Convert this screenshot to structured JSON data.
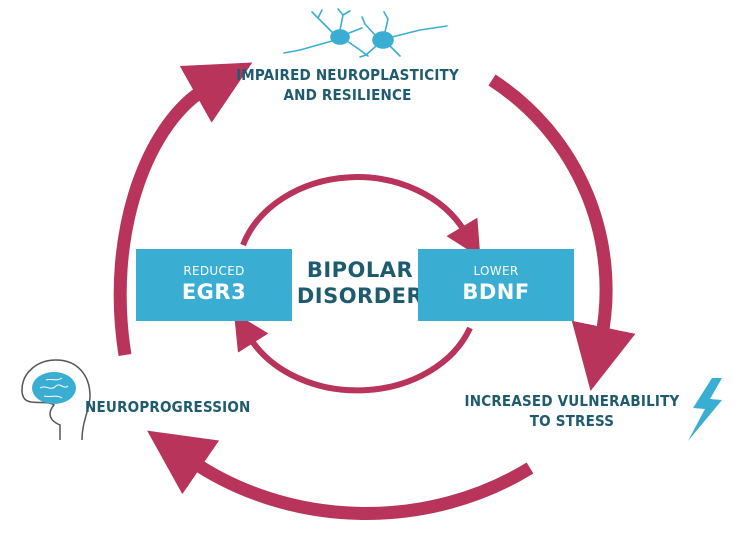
{
  "center": {
    "line1": "BIPOLAR",
    "line2": "DISORDER"
  },
  "left_box": {
    "small": "REDUCED",
    "big": "EGR3"
  },
  "right_box": {
    "small": "LOWER",
    "big": "BDNF"
  },
  "top_label": {
    "line1": "IMPAIRED NEUROPLASTICITY",
    "line2": "AND RESILIENCE"
  },
  "right_label": {
    "line1": "INCREASED VULNERABILITY",
    "line2": "TO STRESS"
  },
  "left_label": {
    "line1": "NEUROPROGRESSION"
  },
  "icons": {
    "top": "neuron-icon",
    "left": "brain-head-icon",
    "right": "lightning-icon"
  },
  "colors": {
    "arrow": "#b8345a",
    "box": "#3aaed2",
    "text": "#1f5b6e",
    "icon": "#3aaed2"
  }
}
